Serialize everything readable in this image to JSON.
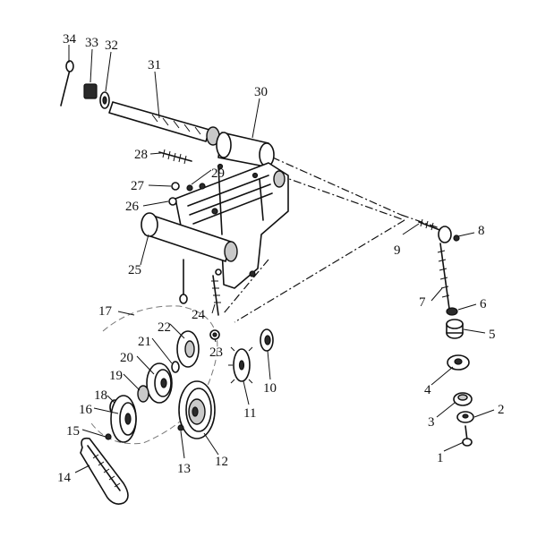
{
  "part_labels": [
    "1",
    "2",
    "3",
    "4",
    "5",
    "6",
    "7",
    "8",
    "9",
    "10",
    "11",
    "12",
    "13",
    "14",
    "15",
    "16",
    "17",
    "18",
    "19",
    "20",
    "21",
    "22",
    "23",
    "24",
    "25",
    "26",
    "27",
    "28",
    "29",
    "30",
    "31",
    "32",
    "33",
    "34"
  ],
  "colors": {
    "ink": "#111111",
    "shade": "#c9c9c9",
    "paper": "#ffffff"
  }
}
